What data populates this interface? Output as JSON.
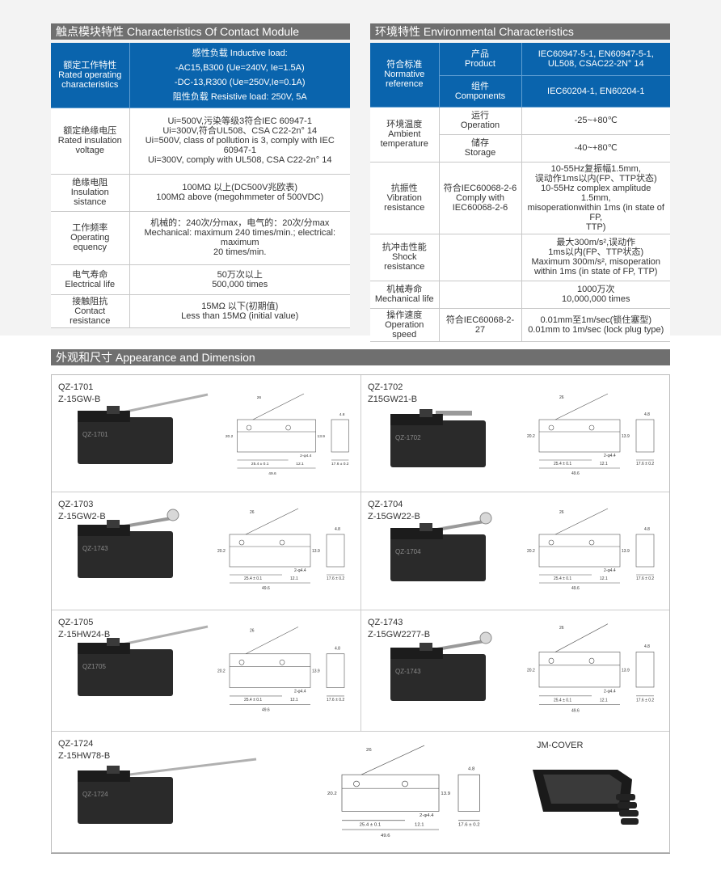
{
  "contact": {
    "title": "触点模块特性 Characteristics Of Contact Module",
    "rows": [
      {
        "label_cn": "额定工作特性",
        "label_en": "Rated operating characteristics",
        "v1": "感性负载 Inductive load:",
        "v2": "-AC15,B300 (Ue=240V, Ie=1.5A)",
        "v3": "-DC-13,R300 (Ue=250V,Ie=0.1A)",
        "v4": "阻性负载 Resistive load:  250V, 5A"
      },
      {
        "label_cn": "额定绝缘电压",
        "label_en": "Rated insulation voltage",
        "v1": "Ui=500V,污染等级3符合IEC 60947-1",
        "v2": "Ui=300V,符合UL508、CSA C22-2n° 14",
        "v3": "Ui=500V, class of pollution is 3, comply with IEC 60947-1",
        "v4": "Ui=300V, comply with UL508, CSA C22-2n° 14"
      },
      {
        "label_cn": "绝缘电阻",
        "label_en": "Insulation sistance",
        "v1": "100MΩ 以上(DC500V兆欧表)",
        "v2": "100MΩ above (megohmmeter of 500VDC)"
      },
      {
        "label_cn": "工作频率",
        "label_en": "Operating equency",
        "v1": "机械的：240次/分max，电气的：20次/分max",
        "v2": "Mechanical: maximum 240 times/min.; electrical: maximum",
        "v3": "20 times/min."
      },
      {
        "label_cn": "电气寿命",
        "label_en": "Electrical life",
        "v1": "50万次以上",
        "v2": "500,000 times"
      },
      {
        "label_cn": "接触阻抗",
        "label_en": "Contact resistance",
        "v1": "15MΩ 以下(初期值)",
        "v2": "Less than 15MΩ (initial value)"
      }
    ]
  },
  "env": {
    "title": "环境特性 Environmental Characteristics",
    "normative": {
      "label_cn": "符合标准",
      "label_en1": "Normative",
      "label_en2": "reference",
      "product_cn": "产品",
      "product_en": "Product",
      "product_v1": "IEC60947-5-1, EN60947-5-1,",
      "product_v2": "UL508, CSAC22-2N° 14",
      "comp_cn": "组件",
      "comp_en": "Components",
      "comp_v": "IEC60204-1, EN60204-1"
    },
    "temp": {
      "label_cn": "环境温度",
      "label_en1": "Ambient",
      "label_en2": "temperature",
      "op_cn": "运行",
      "op_en": "Operation",
      "op_v": "-25~+80℃",
      "st_cn": "储存",
      "st_en": "Storage",
      "st_v": "-40~+80℃"
    },
    "vib": {
      "label_cn": "抗振性",
      "label_en1": "Vibration",
      "label_en2": "resistance",
      "std1": "符合IEC60068-2-6",
      "std2": "Comply with",
      "std3": "IEC60068-2-6",
      "v1": "10-55Hz复振幅1.5mm,",
      "v2": "误动作1ms以内(FP、TTP状态)",
      "v3": "10-55Hz complex amplitude 1.5mm,",
      "v4": "misoperationwithin 1ms (in state of FP,",
      "v5": "TTP)"
    },
    "shock": {
      "label_cn": "抗冲击性能",
      "label_en": "Shock resistance",
      "v1": "最大300m/s²,误动作",
      "v2": "1ms以内(FP、TTP状态)",
      "v3": "Maximum 300m/s², misoperation",
      "v4": "within 1ms (in state of FP, TTP)"
    },
    "mech": {
      "label_cn": "机械寿命",
      "label_en": "Mechanical life",
      "v1": "1000万次",
      "v2": "10,000,000 times"
    },
    "speed": {
      "label_cn": "操作速度",
      "label_en": "Operation speed",
      "std": "符合IEC60068-2-27",
      "v1": "0.01mm至1m/sec(锁住塞型)",
      "v2": "0.01mm to 1m/sec (lock plug type)"
    }
  },
  "appearance": {
    "title": "外观和尺寸 Appearance and Dimension",
    "items": [
      {
        "code": "QZ-1701",
        "model": "Z-15GW-B",
        "body": "QZ-1701"
      },
      {
        "code": "QZ-1702",
        "model": "Z15GW21-B",
        "body": "QZ-1702"
      },
      {
        "code": "QZ-1703",
        "model": "Z-15GW2-B",
        "body": "QZ-1743"
      },
      {
        "code": "QZ-1704",
        "model": "Z-15GW22-B",
        "body": "QZ-1704"
      },
      {
        "code": "QZ-1705",
        "model": "Z-15HW24-B",
        "body": "QZ1705"
      },
      {
        "code": "QZ-1743",
        "model": "Z-15GW2277-B",
        "body": "QZ-1743"
      },
      {
        "code": "QZ-1724",
        "model": "Z-15HW78-B",
        "body": "QZ-1724"
      }
    ],
    "cover": "JM-COVER",
    "dims": {
      "d26": "26",
      "d49": "49.6",
      "d25": "25.4 ± 0.1",
      "d12": "12.1",
      "d17": "17.6 ± 0.2",
      "d20": "20.2",
      "d13": "13.9",
      "hole": "2-φ4.4",
      "d48": "4.8"
    }
  }
}
